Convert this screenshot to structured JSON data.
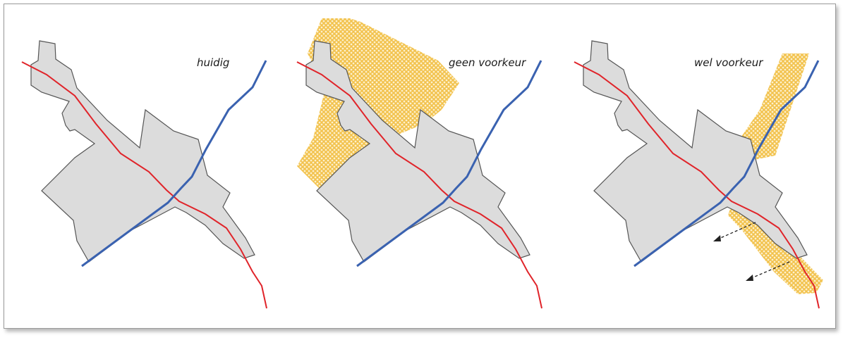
{
  "panels": [
    {
      "label": "huidig"
    },
    {
      "label": "geen voorkeur"
    },
    {
      "label": "wel voorkeur"
    }
  ],
  "colors": {
    "village_fill": "#dcdcdc",
    "village_stroke": "#555555",
    "red_road": "#e0242a",
    "blue_road": "#3a62b0",
    "hatch": "#f2c24d",
    "frame_border": "#9a9a9a"
  },
  "icons": {
    "arrow": "dashed-arrow-left-icon"
  }
}
